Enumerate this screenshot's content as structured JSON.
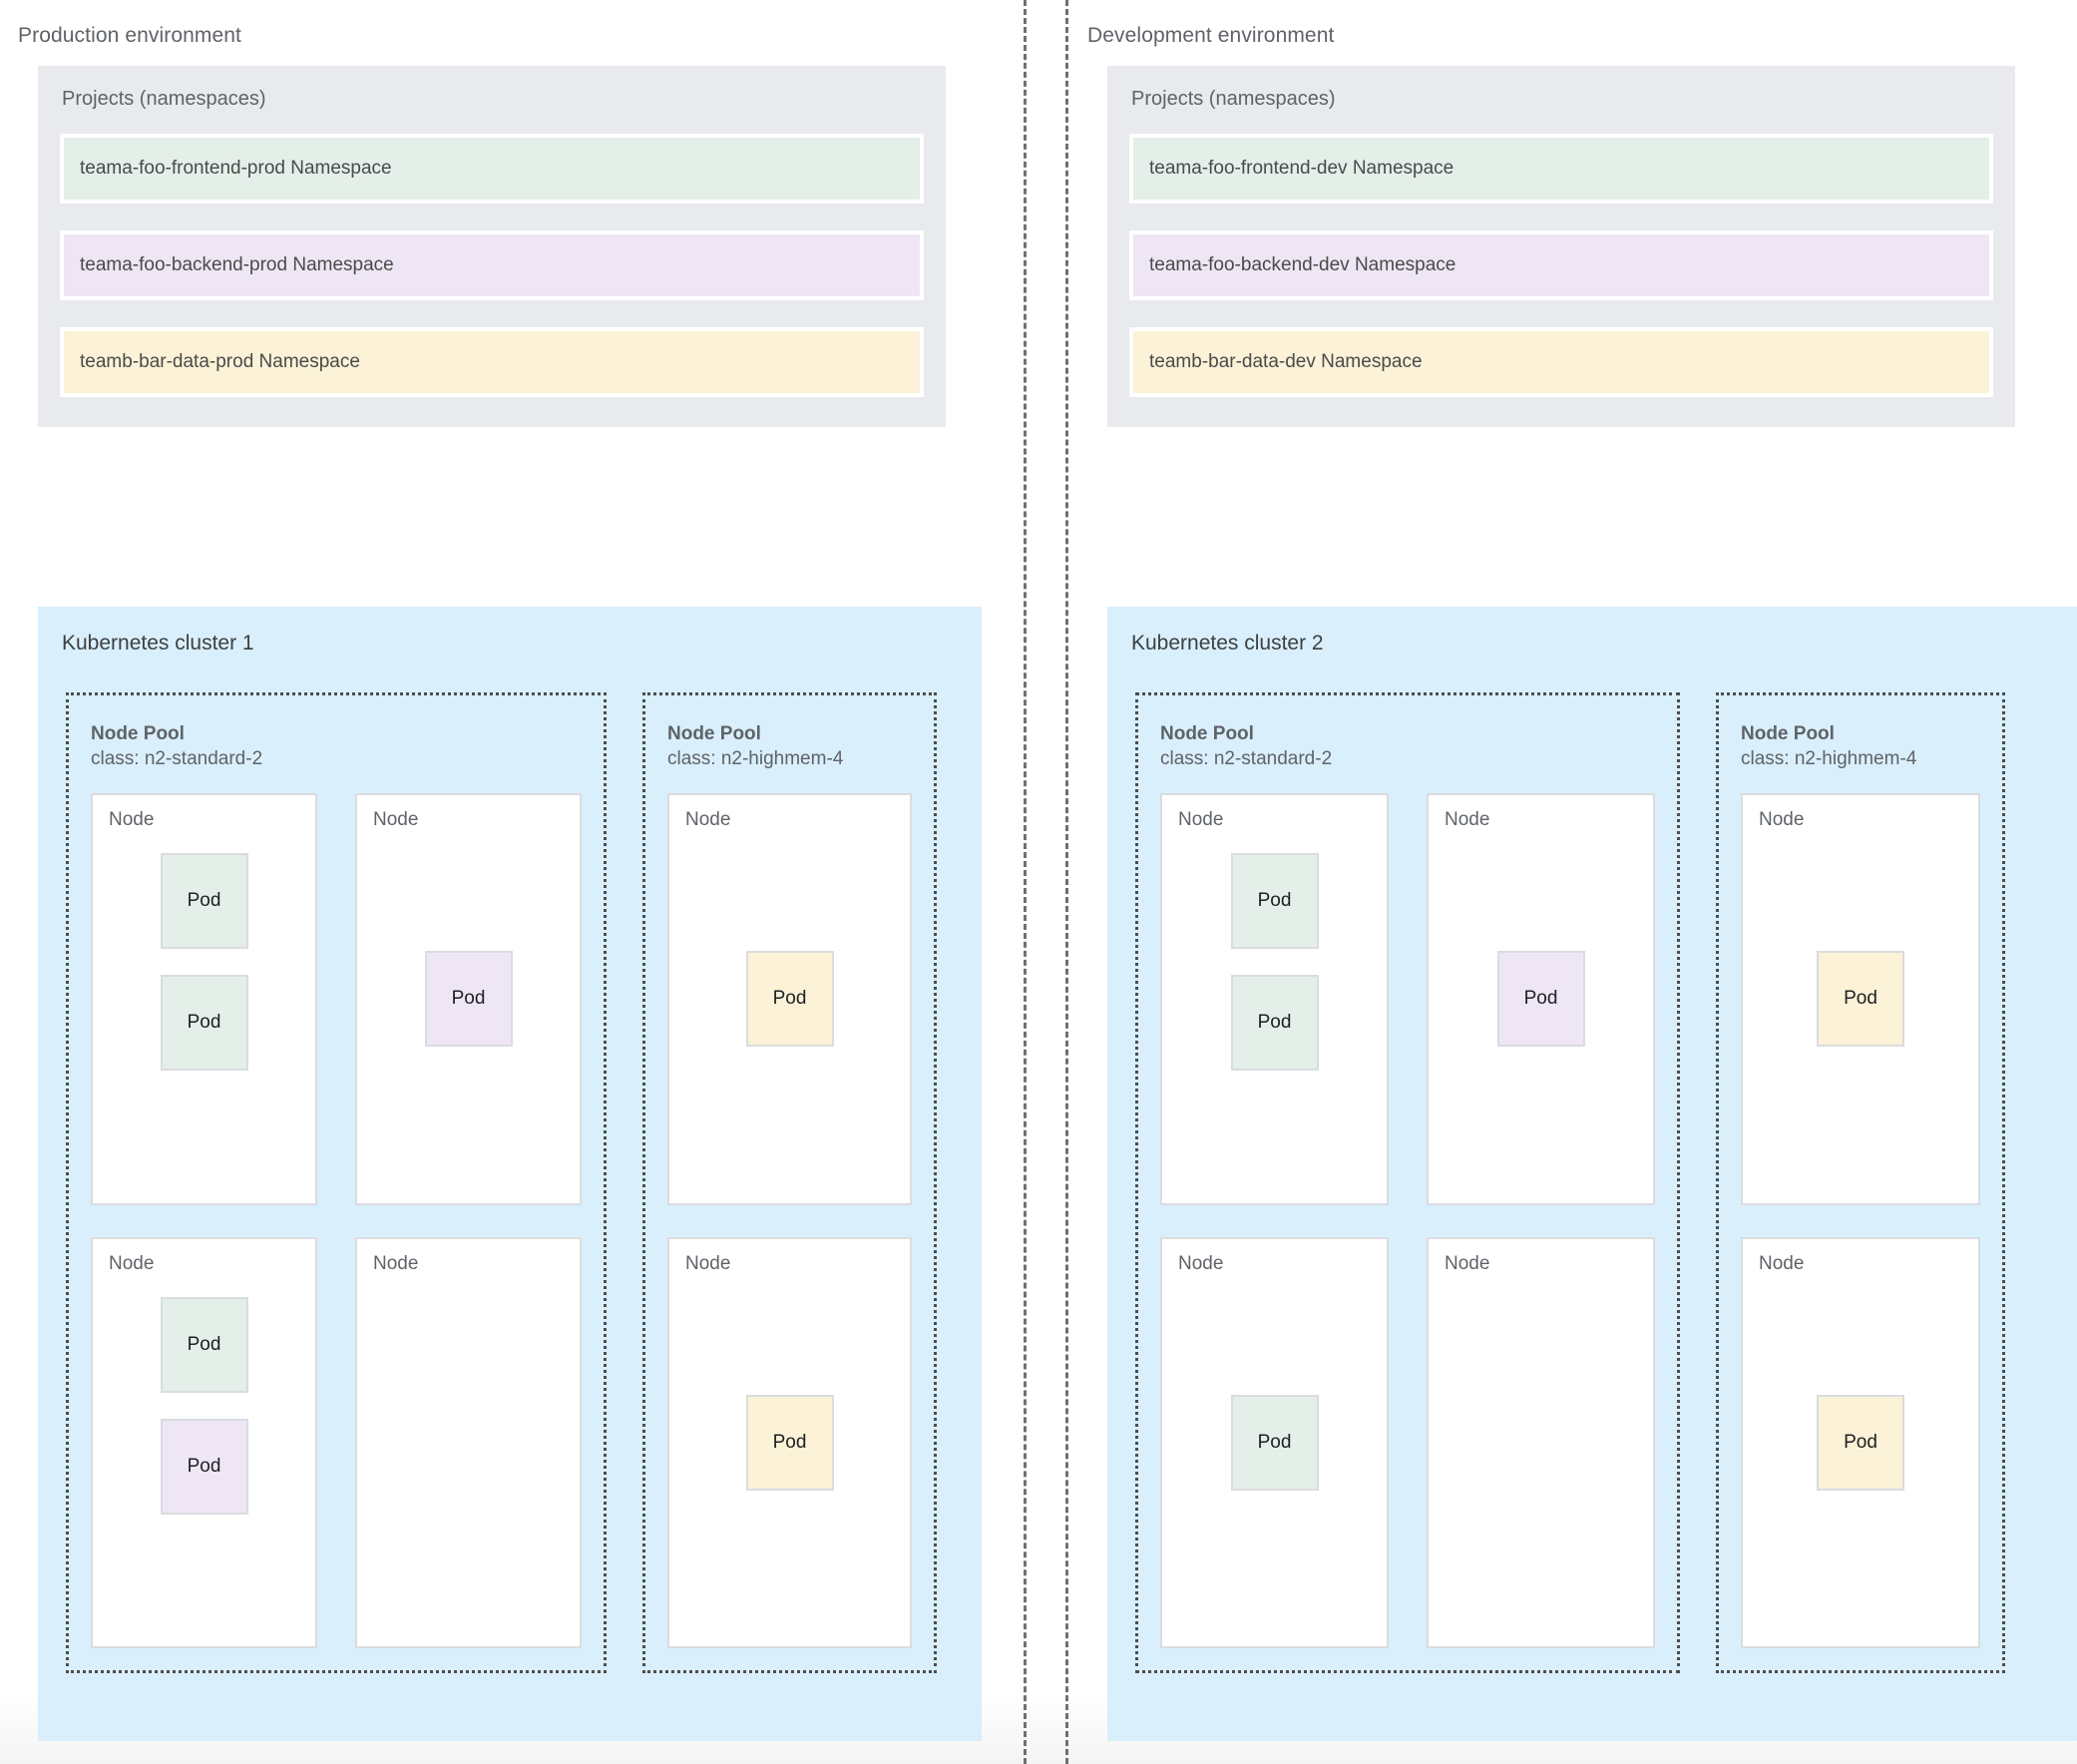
{
  "environments": [
    {
      "title": "Production environment",
      "projects": {
        "title": "Projects (namespaces)",
        "namespaces": [
          {
            "label": "teama-foo-frontend-prod Namespace",
            "color": "green"
          },
          {
            "label": "teama-foo-backend-prod Namespace",
            "color": "purple"
          },
          {
            "label": "teamb-bar-data-prod Namespace",
            "color": "yellow"
          }
        ]
      },
      "cluster": {
        "title": "Kubernetes cluster 1",
        "node_pools": [
          {
            "title": "Node Pool",
            "class": "class: n2-standard-2",
            "columns": 2,
            "nodes": [
              {
                "label": "Node",
                "pods": [
                  {
                    "label": "Pod",
                    "color": "green"
                  },
                  {
                    "label": "Pod",
                    "color": "green"
                  }
                ]
              },
              {
                "label": "Node",
                "pods": [
                  {
                    "label": "Pod",
                    "color": "purple"
                  }
                ]
              },
              {
                "label": "Node",
                "pods": [
                  {
                    "label": "Pod",
                    "color": "green"
                  },
                  {
                    "label": "Pod",
                    "color": "purple"
                  }
                ]
              },
              {
                "label": "Node",
                "pods": []
              }
            ]
          },
          {
            "title": "Node Pool",
            "class": "class: n2-highmem-4",
            "columns": 1,
            "nodes": [
              {
                "label": "Node",
                "pods": [
                  {
                    "label": "Pod",
                    "color": "yellow"
                  }
                ]
              },
              {
                "label": "Node",
                "pods": [
                  {
                    "label": "Pod",
                    "color": "yellow"
                  }
                ]
              }
            ]
          }
        ]
      }
    },
    {
      "title": "Development environment",
      "projects": {
        "title": "Projects (namespaces)",
        "namespaces": [
          {
            "label": "teama-foo-frontend-dev Namespace",
            "color": "green"
          },
          {
            "label": "teama-foo-backend-dev Namespace",
            "color": "purple"
          },
          {
            "label": "teamb-bar-data-dev Namespace",
            "color": "yellow"
          }
        ]
      },
      "cluster": {
        "title": "Kubernetes cluster 2",
        "node_pools": [
          {
            "title": "Node Pool",
            "class": "class: n2-standard-2",
            "columns": 2,
            "nodes": [
              {
                "label": "Node",
                "pods": [
                  {
                    "label": "Pod",
                    "color": "green"
                  },
                  {
                    "label": "Pod",
                    "color": "green"
                  }
                ]
              },
              {
                "label": "Node",
                "pods": [
                  {
                    "label": "Pod",
                    "color": "purple"
                  }
                ]
              },
              {
                "label": "Node",
                "pods": [
                  {
                    "label": "Pod",
                    "color": "green"
                  }
                ]
              },
              {
                "label": "Node",
                "pods": []
              }
            ]
          },
          {
            "title": "Node Pool",
            "class": "class: n2-highmem-4",
            "columns": 1,
            "nodes": [
              {
                "label": "Node",
                "pods": [
                  {
                    "label": "Pod",
                    "color": "yellow"
                  }
                ]
              },
              {
                "label": "Node",
                "pods": [
                  {
                    "label": "Pod",
                    "color": "yellow"
                  }
                ]
              }
            ]
          }
        ]
      }
    }
  ],
  "colors": {
    "namespace_green": "#e3efe8",
    "namespace_purple": "#eee6f5",
    "namespace_yellow": "#fbf2d7",
    "cluster_background": "#d9effb",
    "projects_background": "#e8eaed",
    "text_muted": "#5f6368"
  }
}
